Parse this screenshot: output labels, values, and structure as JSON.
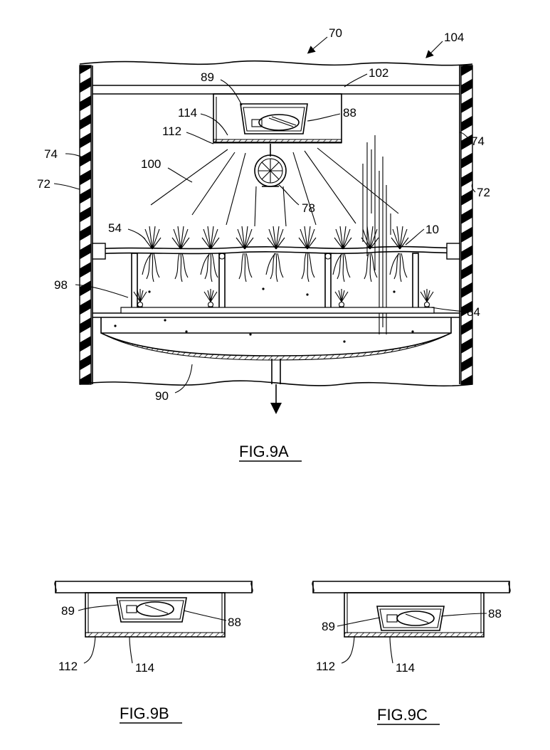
{
  "figures": [
    {
      "title": "FIG.9A",
      "labels": {
        "l70": "70",
        "l104": "104",
        "l102": "102",
        "l89": "89",
        "l88": "88",
        "l114": "114",
        "l112": "112",
        "l74a": "74",
        "l74b": "74",
        "l72a": "72",
        "l72b": "72",
        "l100": "100",
        "l78": "78",
        "l54": "54",
        "l10": "10",
        "l98": "98",
        "l84": "84",
        "l90": "90"
      }
    },
    {
      "title": "FIG.9B",
      "labels": {
        "l89": "89",
        "l88": "88",
        "l112": "112",
        "l114": "114"
      }
    },
    {
      "title": "FIG.9C",
      "labels": {
        "l89": "89",
        "l88": "88",
        "l112": "112",
        "l114": "114"
      }
    }
  ]
}
